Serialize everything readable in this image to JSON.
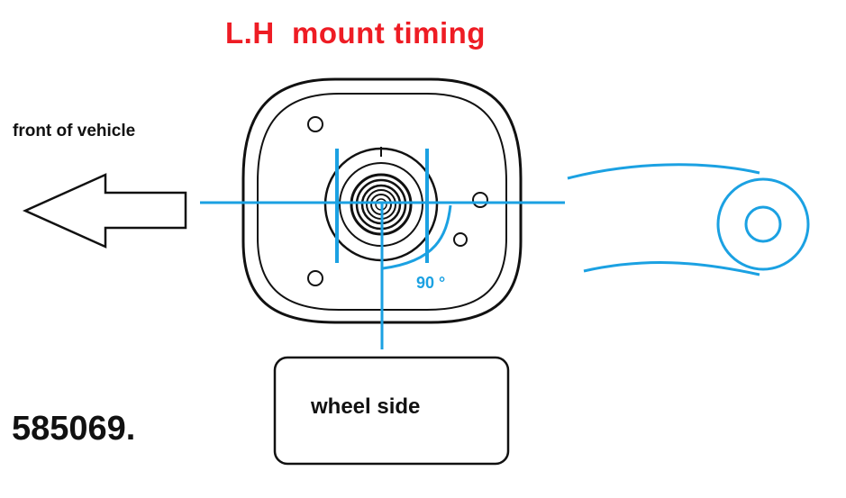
{
  "title": "L.H  mount timing",
  "labels": {
    "front": "front of vehicle",
    "wheel": "wheel side",
    "angle": "90 °",
    "part_number": "585069."
  },
  "colors": {
    "title": "#ee1c24",
    "guide": "#1ba1e2",
    "outline": "#111111"
  }
}
